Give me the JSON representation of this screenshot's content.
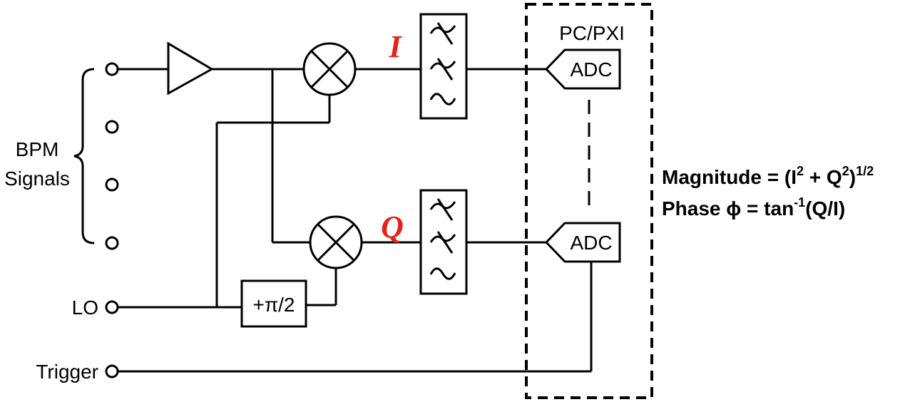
{
  "labels": {
    "bpm_line1": "BPM",
    "bpm_line2": "Signals",
    "lo": "LO",
    "trigger": "Trigger",
    "phase_shifter": "+π/2",
    "adc_top": "ADC",
    "adc_bottom": "ADC",
    "pc_pxi": "PC/PXI",
    "signal_i": "I",
    "signal_q": "Q"
  },
  "equations": {
    "magnitude": {
      "prefix": "Magnitude = (I",
      "exp1": "2",
      "middle": " + Q",
      "exp2": "2",
      "close": ")",
      "exp3": "1/2"
    },
    "phase": {
      "prefix": "Phase ϕ = tan",
      "exp": "-1",
      "suffix": "(Q/I)"
    }
  },
  "colors": {
    "signal_label": "#e8201a",
    "line": "#000000"
  }
}
